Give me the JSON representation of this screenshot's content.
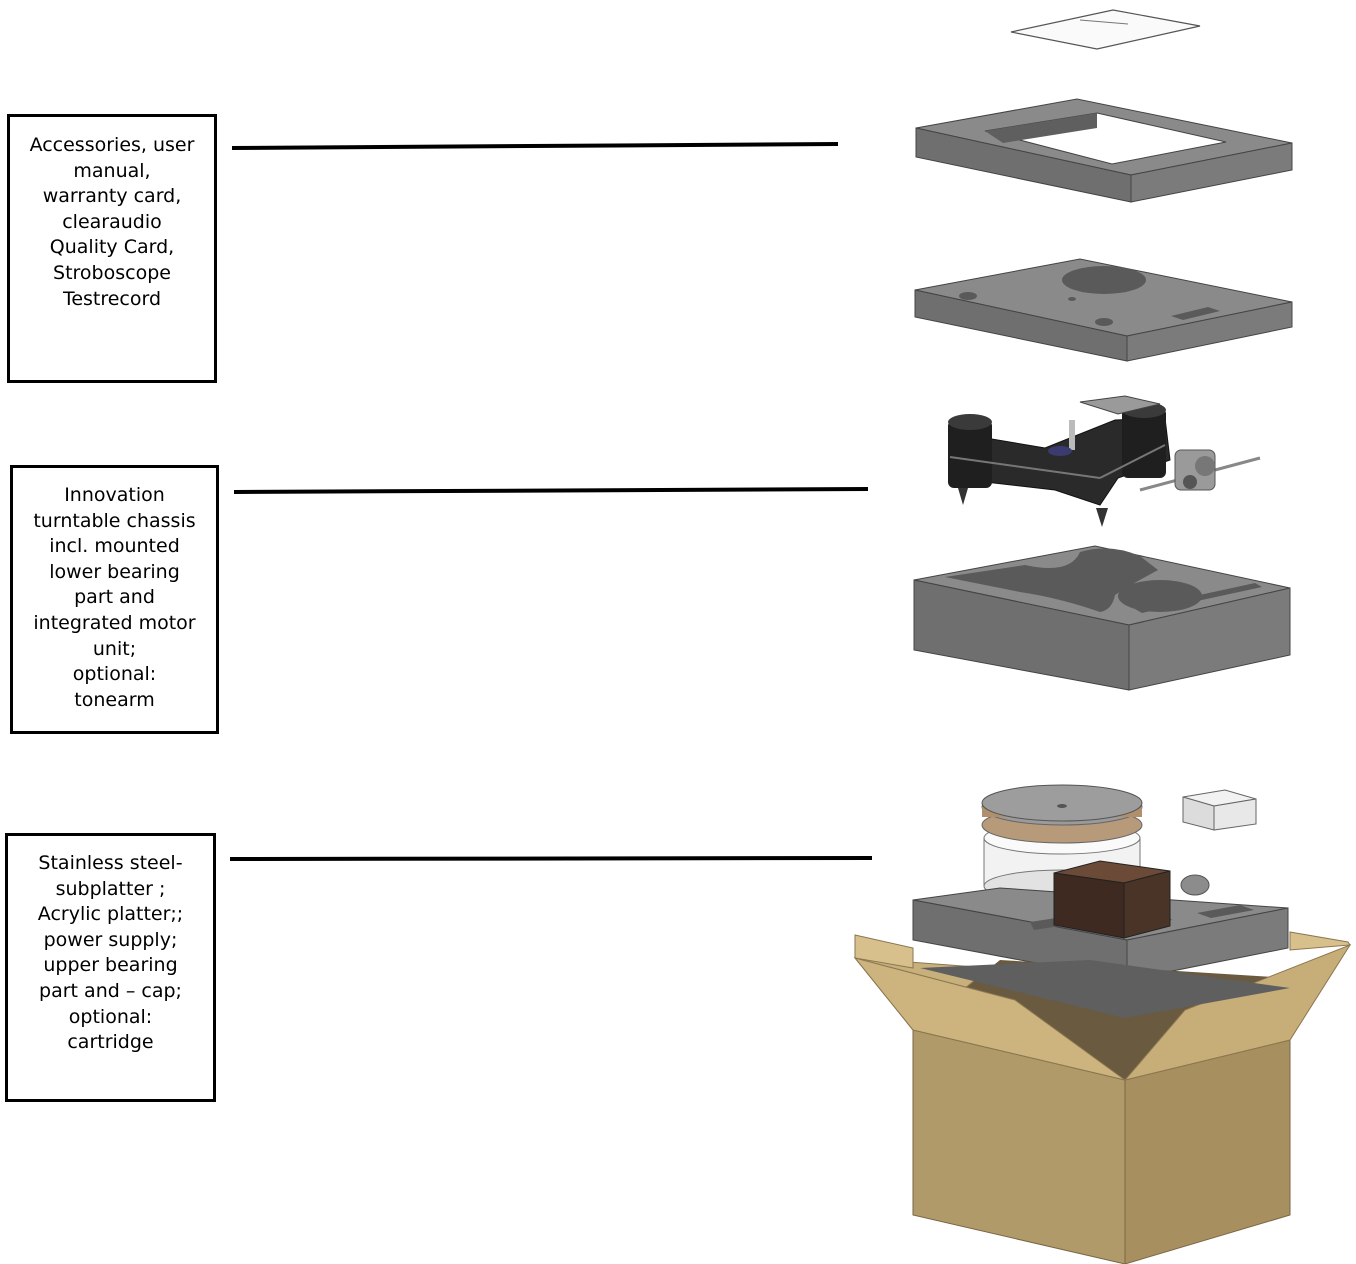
{
  "labels": {
    "accessories": [
      "Accessories, user",
      "manual,",
      "warranty card,",
      "clearaudio",
      "Quality Card,",
      "Stroboscope",
      "Testrecord"
    ],
    "chassis": [
      "Innovation",
      "turntable chassis",
      "incl. mounted",
      "lower bearing",
      "part and",
      "integrated motor",
      "unit;",
      "optional:",
      "tonearm"
    ],
    "platter": [
      "Stainless steel-",
      "subplatter ;",
      "Acrylic platter;;",
      "power supply;",
      "upper bearing",
      "part and – cap;",
      "optional:",
      "cartridge"
    ]
  },
  "colors": {
    "foam_top": "#8a8a8a",
    "foam_side": "#6f6f6f",
    "foam_dark": "#5a5a5a",
    "cardboard": "#b09a6a",
    "cardboard_flap": "#cdb47e",
    "cardboard_dark": "#8a7650",
    "chassis_black": "#2a2a2a",
    "wood": "#4a3428"
  }
}
